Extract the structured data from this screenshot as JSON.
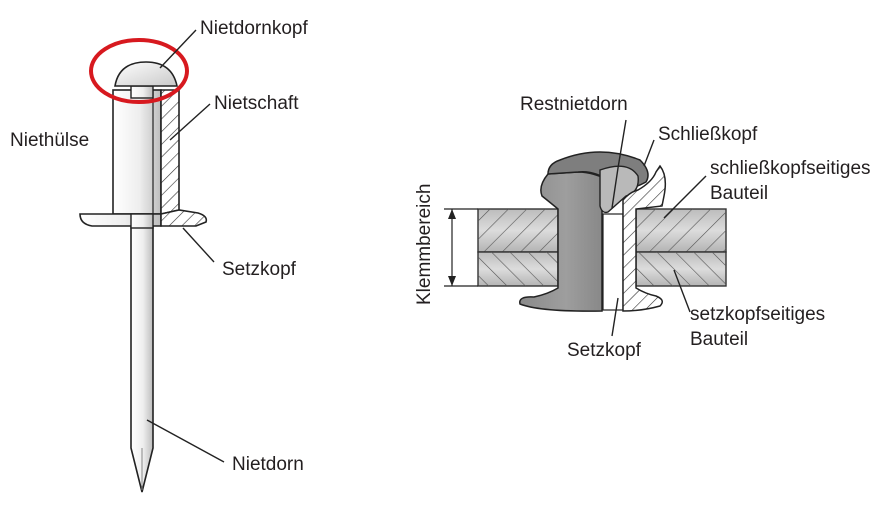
{
  "left_diagram": {
    "labels": {
      "nietdornkopf": "Nietdornkopf",
      "nietschaft": "Nietschaft",
      "niethuelse": "Niethülse",
      "setzkopf": "Setzkopf",
      "nietdorn": "Nietdorn"
    },
    "highlight_color": "#d7191f"
  },
  "right_diagram": {
    "labels": {
      "restnietdorn": "Restnietdorn",
      "schliesskopf": "Schließkopf",
      "schliesskopfseitiges_line1": "schließkopfseitiges",
      "schliesskopfseitiges_line2": "Bauteil",
      "klemmbereich": "Klemmbereich",
      "setzkopf": "Setzkopf",
      "setzkopfseitiges_line1": "setzkopfseitiges",
      "setzkopfseitiges_line2": "Bauteil"
    }
  }
}
